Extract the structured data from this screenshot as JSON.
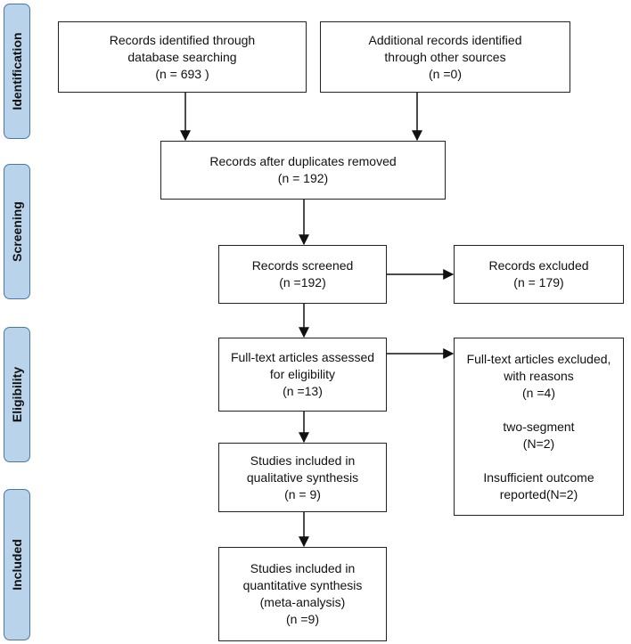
{
  "phases": {
    "identification": "Identification",
    "screening": "Screening",
    "eligibility": "Eligibility",
    "included": "Included"
  },
  "boxes": {
    "db_search": {
      "line1": "Records identified through",
      "line2": "database searching",
      "line3": "(n = 693 )"
    },
    "other_sources": {
      "line1": "Additional records identified",
      "line2": "through other sources",
      "line3": "(n =0)"
    },
    "duplicates_removed": {
      "line1": "Records after duplicates removed",
      "line2": "(n = 192)"
    },
    "screened": {
      "line1": "Records screened",
      "line2": "(n =192)"
    },
    "excluded": {
      "line1": "Records excluded",
      "line2": "(n = 179)"
    },
    "fulltext_assessed": {
      "line1": "Full-text articles assessed",
      "line2": "for eligibility",
      "line3": "(n =13)"
    },
    "fulltext_excluded": {
      "line1": "Full-text articles excluded,",
      "line2": "with reasons",
      "line3": "(n =4)",
      "reason1_label": "two-segment",
      "reason1_count": "(N=2)",
      "reason2_label": "Insufficient outcome",
      "reason2_count": "reported(N=2)"
    },
    "qualitative": {
      "line1": "Studies included in",
      "line2": "qualitative synthesis",
      "line3": "(n = 9)"
    },
    "quantitative": {
      "line1": "Studies included in",
      "line2": "quantitative synthesis",
      "line3": "(meta-analysis)",
      "line4": "(n =9)"
    }
  }
}
